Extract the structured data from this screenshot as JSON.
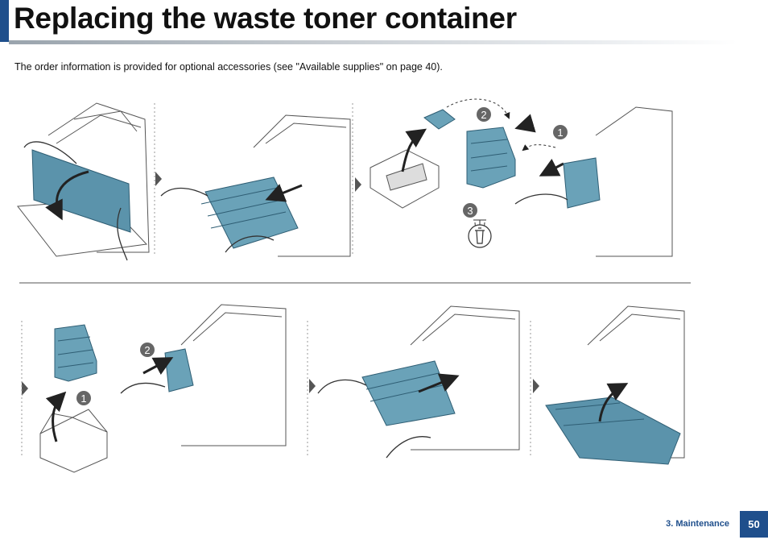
{
  "page": {
    "title": "Replacing the waste toner container",
    "intro": "The order information is provided for optional accessories (see \"Available supplies\" on page 40).",
    "footer": {
      "section": "3. Maintenance",
      "page_number": "50"
    }
  },
  "illustration": {
    "accent_color": "#5b93ab",
    "badges": [
      "1",
      "2",
      "3"
    ],
    "icons": [
      "recycle-bin-icon"
    ]
  }
}
